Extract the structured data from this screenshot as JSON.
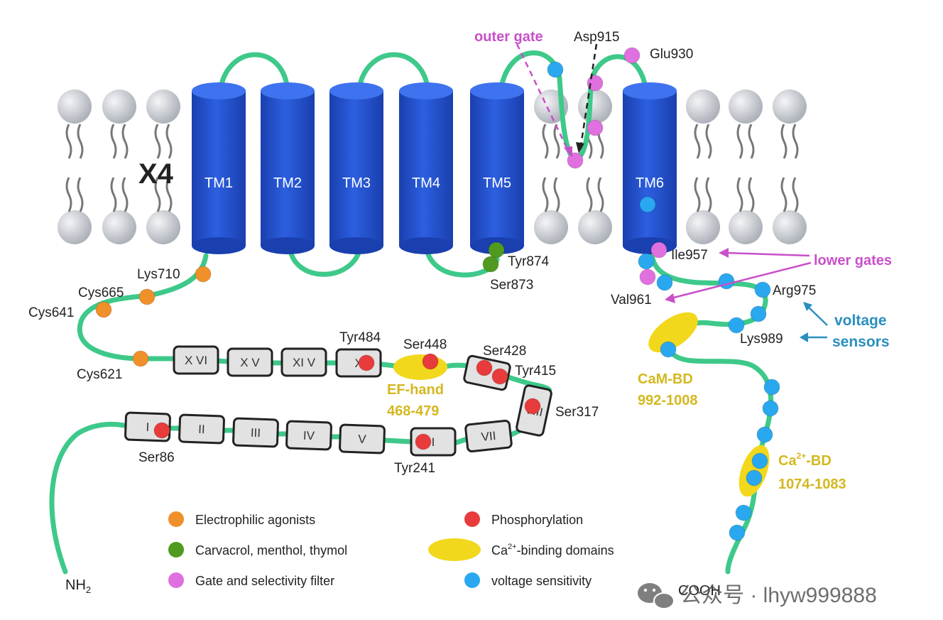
{
  "colors": {
    "chain": "#3ec98a",
    "helix": "#1f4fd0",
    "helix_top": "#2f63e6",
    "lipid_head": "#c9ccd2",
    "orange": "#f0902a",
    "green": "#4f9a1f",
    "magenta": "#e070e0",
    "red": "#e83b3b",
    "blue": "#29a8f0",
    "yellow": "#f2d81c",
    "label_magenta": "#c94fc9",
    "label_blue": "#2a8fbf",
    "label_yellow": "#d4b820"
  },
  "tetramer_label": "X4",
  "helices": [
    "TM1",
    "TM2",
    "TM3",
    "TM4",
    "TM5",
    "TM6"
  ],
  "ankyrin_repeats": [
    "I",
    "II",
    "III",
    "IV",
    "V",
    "I",
    "VII",
    "VIII",
    "X",
    "XI V",
    "X V",
    "X VI"
  ],
  "residue_labels": {
    "lys710": "Lys710",
    "cys665": "Cys665",
    "cys641": "Cys641",
    "cys621": "Cys621",
    "tyr484": "Tyr484",
    "ser448": "Ser448",
    "ser428": "Ser428",
    "tyr415": "Tyr415",
    "ser317": "Ser317",
    "ser86": "Ser86",
    "tyr241": "Tyr241",
    "tyr874": "Tyr874",
    "ser873": "Ser873",
    "asp915": "Asp915",
    "glu930": "Glu930",
    "ile957": "Ile957",
    "val961": "Val961",
    "arg975": "Arg975",
    "lys989": "Lys989"
  },
  "annotations": {
    "outer_gate": "outer gate",
    "lower_gates": "lower gates",
    "voltage_sensors_1": "voltage",
    "voltage_sensors_2": "sensors",
    "ef_hand_1": "EF-hand",
    "ef_hand_2": "468-479",
    "cam_bd_1": "CaM-BD",
    "cam_bd_2": "992-1008",
    "ca_bd_1": "Ca",
    "ca_bd_sup": "2+",
    "ca_bd_suffix": "-BD",
    "ca_bd_2": "1074-1083"
  },
  "termini": {
    "n_main": "NH",
    "n_sub": "2",
    "c_term": "COOH"
  },
  "legend": {
    "electrophilic": "Electrophilic agonists",
    "carvacrol": "Carvacrol, menthol, thymol",
    "gate": "Gate and selectivity filter",
    "phospho": "Phosphorylation",
    "ca_binding_pre": "Ca",
    "ca_binding_sup": "2+",
    "ca_binding_post": "-binding domains",
    "voltage": "voltage sensitivity"
  },
  "watermark": "公众号 · lhyw999888"
}
